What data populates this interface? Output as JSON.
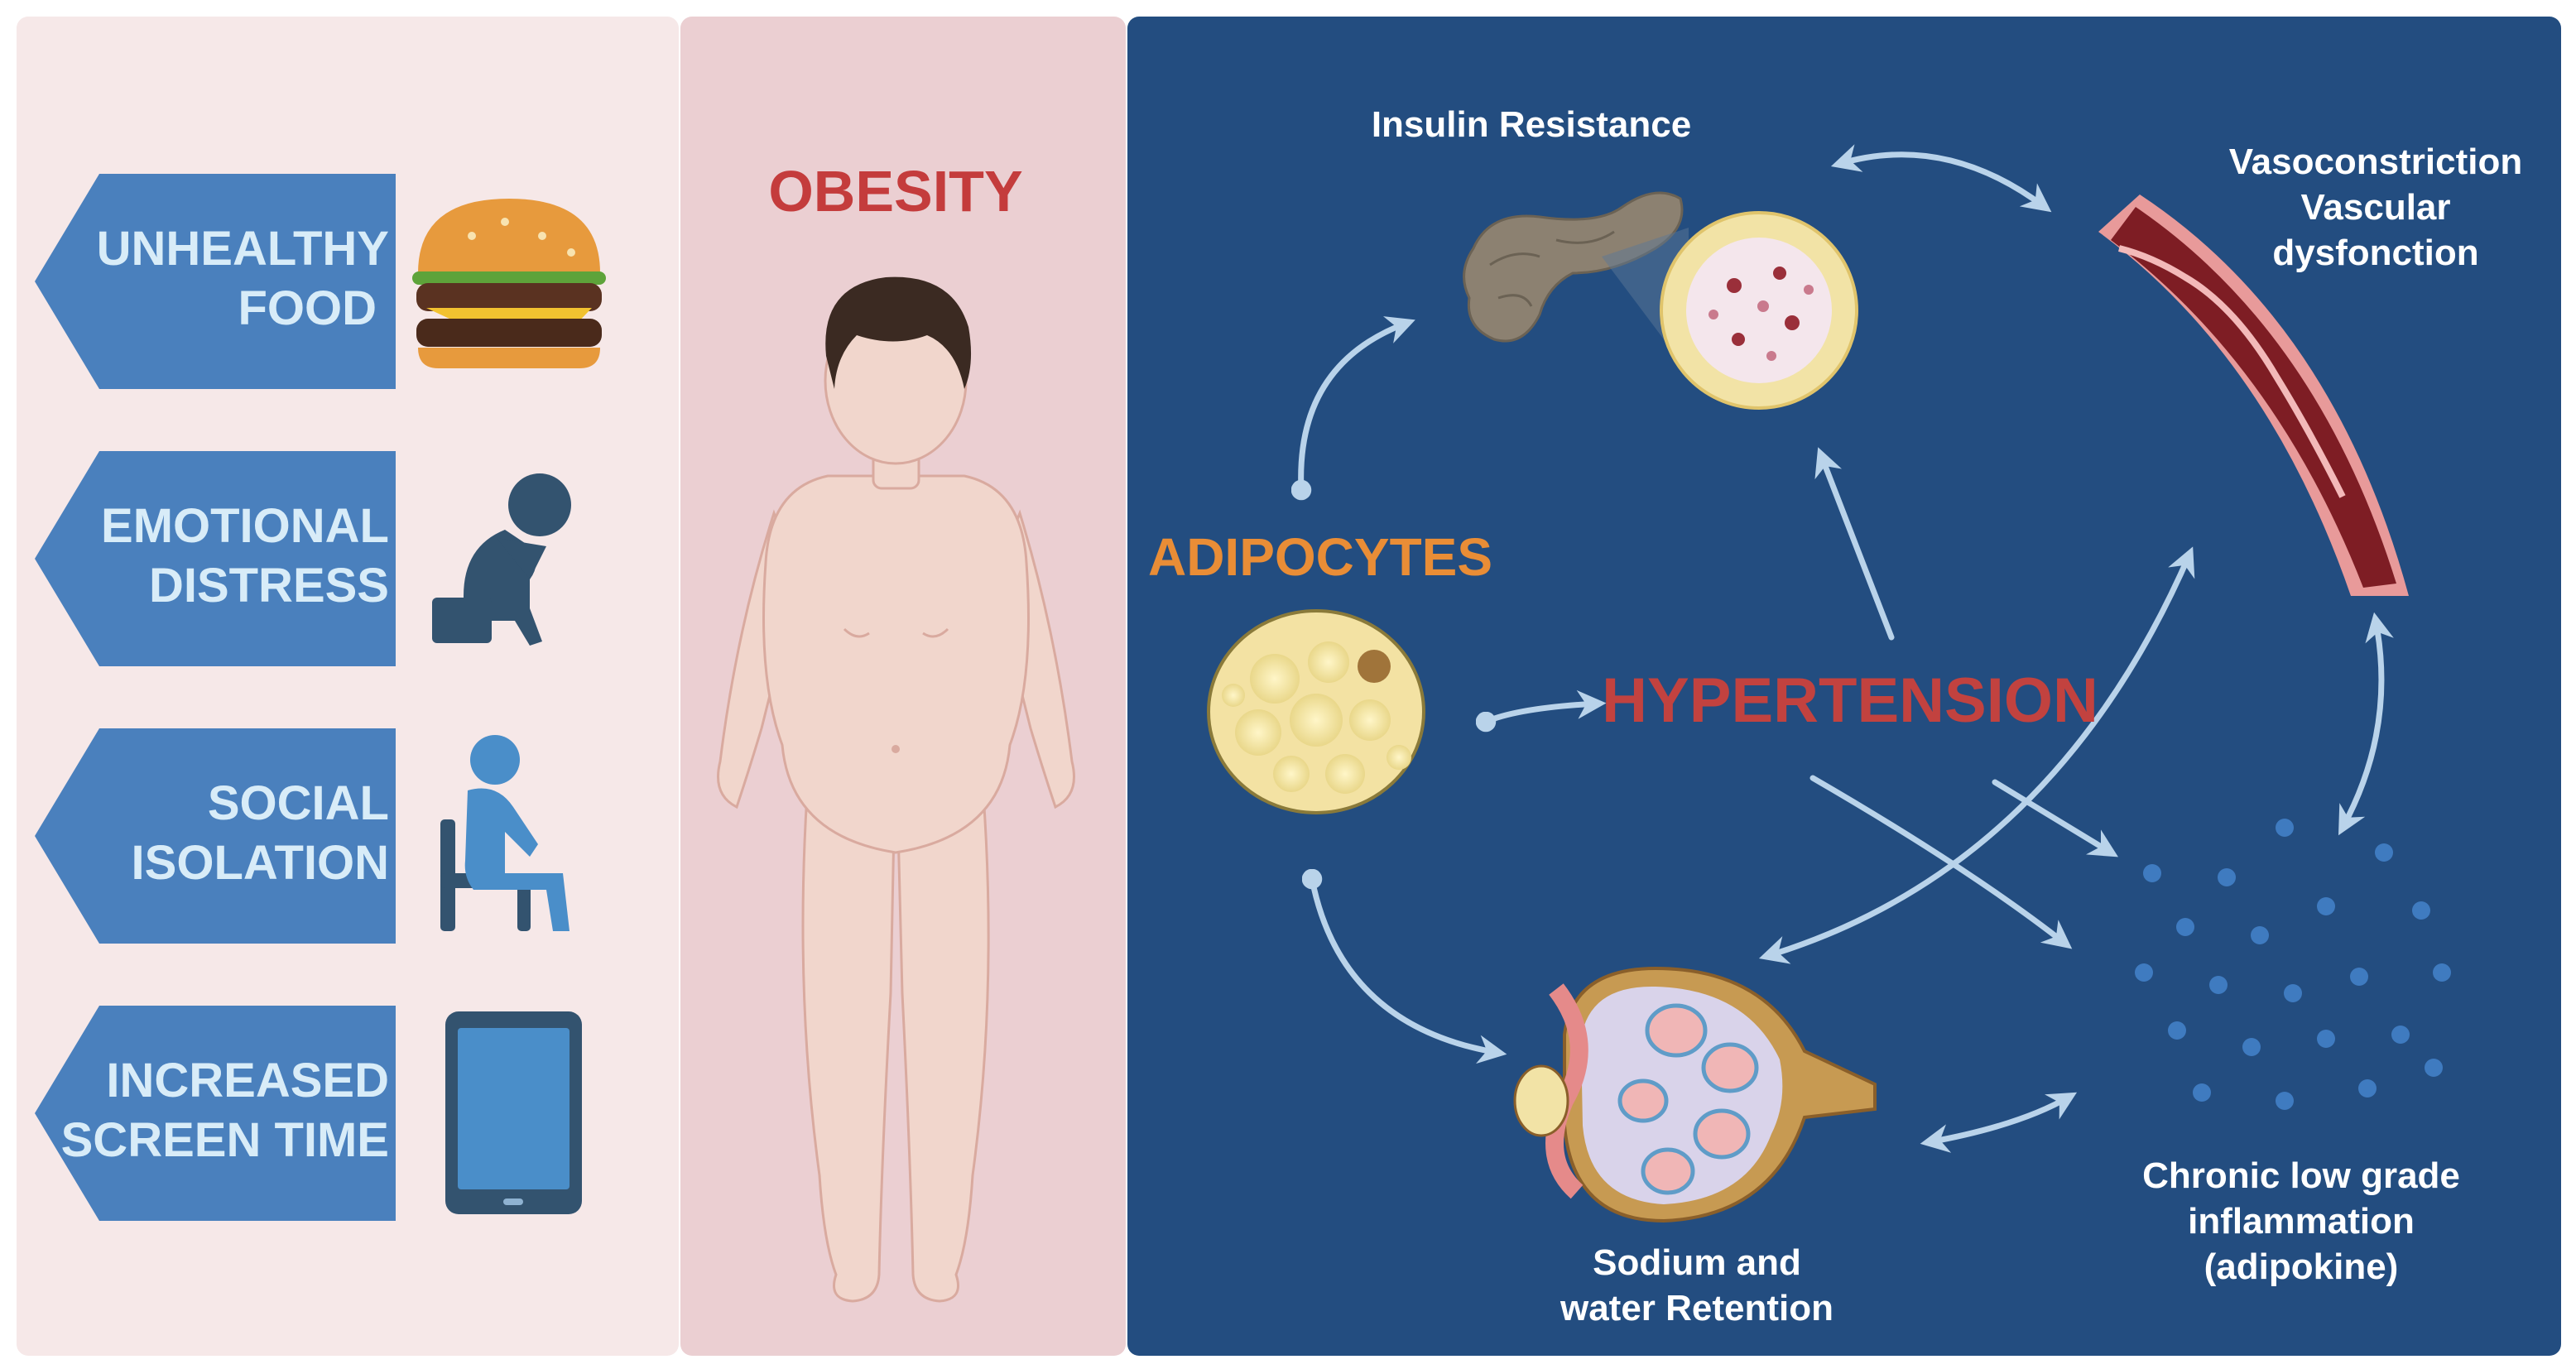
{
  "risk_factors": [
    {
      "line1": "UNHEALTHY",
      "line2": "FOOD",
      "icon": "burger-icon"
    },
    {
      "line1": "EMOTIONAL",
      "line2": "DISTRESS",
      "icon": "distressed-person-icon"
    },
    {
      "line1": "SOCIAL",
      "line2": "ISOLATION",
      "icon": "seated-person-icon"
    },
    {
      "line1": "INCREASED",
      "line2": "SCREEN TIME",
      "icon": "tablet-icon"
    }
  ],
  "obesity": {
    "title": "OBESITY",
    "icon": "child-figure-icon"
  },
  "mechanisms": {
    "adipocytes": "ADIPOCYTES",
    "hypertension": "HYPERTENSION",
    "insulin": "Insulin Resistance",
    "vaso_line1": "Vasoconstriction",
    "vaso_line2": "Vascular",
    "vaso_line3": "dysfonction",
    "sodium_line1": "Sodium and",
    "sodium_line2": "water Retention",
    "inflam_line1": "Chronic low grade",
    "inflam_line2": "inflammation",
    "inflam_line3": "(adipokine)"
  },
  "colors": {
    "left_bg": "#f6e8e8",
    "middle_bg": "#ebcfd2",
    "right_bg": "#234d80",
    "arrow_shape": "#4a80bd",
    "obesity_red": "#c43c3c",
    "hypertension_red": "#c2423f",
    "adipocytes_orange": "#e98d36"
  }
}
